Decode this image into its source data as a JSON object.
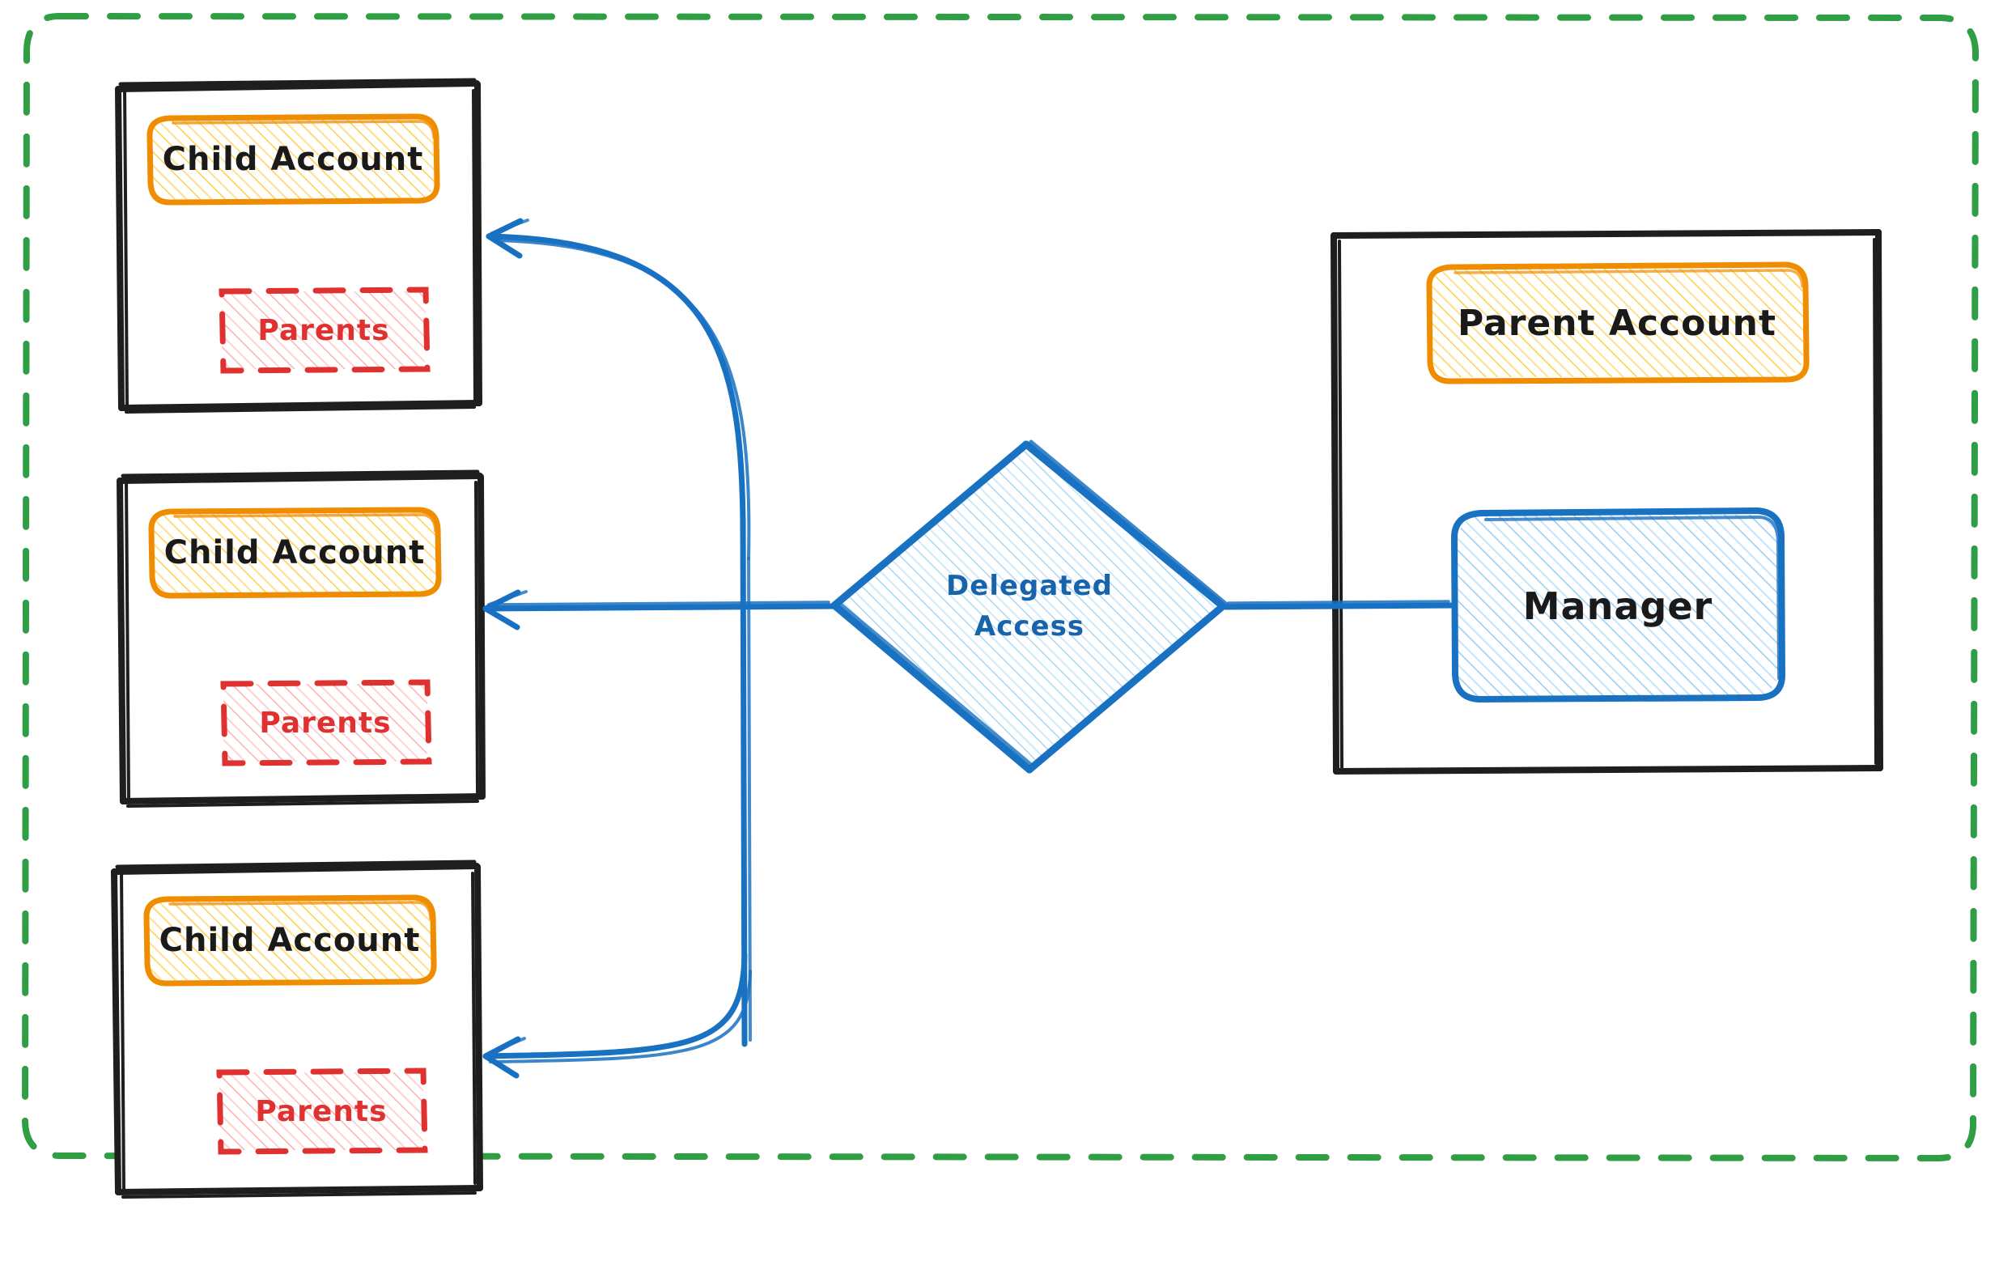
{
  "diagram": {
    "title": "Delegated Access",
    "style": "hand-drawn whiteboard sketch",
    "outer_boundary": {
      "name": "organization-boundary",
      "stroke": "#2f9e44",
      "stroke_style": "dashed",
      "corner_radius": 40
    },
    "colors": {
      "account_stroke": "#f08c00",
      "account_fill_hatch": "#ffd966",
      "parents_stroke": "#e03131",
      "parents_fill_hatch": "#ffa8a8",
      "manager_stroke": "#1971c2",
      "manager_fill_hatch": "#a5d8f3",
      "diamond_stroke": "#1971c2",
      "diamond_fill_hatch": "#a5d8f3",
      "connector": "#1971c2",
      "container_stroke": "#1e1e1e",
      "text_dark": "#1a1a1a",
      "text_red": "#e03131",
      "text_blue": "#1864ab",
      "background": "#ffffff"
    },
    "child_containers": [
      {
        "id": "child-1",
        "account_label": "Child Account",
        "parents_label": "Parents"
      },
      {
        "id": "child-2",
        "account_label": "Child Account",
        "parents_label": "Parents"
      },
      {
        "id": "child-3",
        "account_label": "Child Account",
        "parents_label": "Parents"
      }
    ],
    "parent_container": {
      "id": "parent-1",
      "account_label": "Parent Account",
      "role_label": "Manager"
    },
    "relationship": {
      "id": "delegated-access",
      "shape": "diamond",
      "label_line1": "Delegated",
      "label_line2": "Access",
      "from": "Manager",
      "to": [
        "Child Account 1",
        "Child Account 2",
        "Child Account 3"
      ],
      "arrow_direction": "manager-to-children"
    }
  }
}
